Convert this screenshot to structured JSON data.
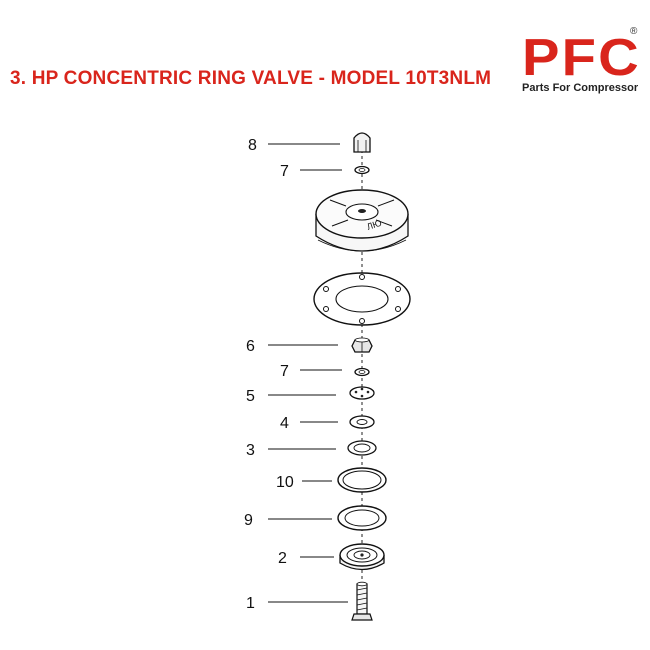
{
  "header": {
    "title": "3. HP CONCENTRIC RING VALVE - MODEL 10T3NLM"
  },
  "logo": {
    "brand": "PFC",
    "registered": "®",
    "tagline": "Parts For Compressor",
    "color": "#d9251c"
  },
  "callouts": [
    {
      "number": "8"
    },
    {
      "number": "7"
    },
    {
      "number": "6"
    },
    {
      "number": "7"
    },
    {
      "number": "5"
    },
    {
      "number": "4"
    },
    {
      "number": "3"
    },
    {
      "number": "10"
    },
    {
      "number": "9"
    },
    {
      "number": "2"
    },
    {
      "number": "1"
    }
  ]
}
